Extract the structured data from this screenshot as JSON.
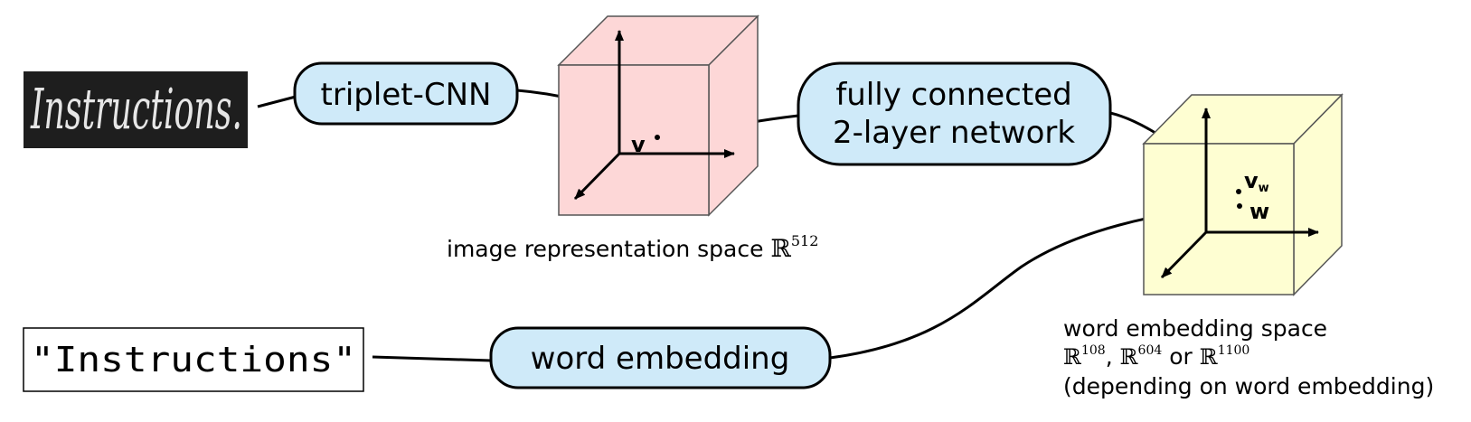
{
  "image_word_text": "Instructions.",
  "string_input_text": "\"Instructions\"",
  "boxes": {
    "triplet_cnn": "triplet-CNN",
    "fully_connected_line1": "fully connected",
    "fully_connected_line2": "2-layer network",
    "word_embedding": "word embedding"
  },
  "image_space": {
    "caption": "image representation space",
    "symbol": "ℝ",
    "exponent": "512",
    "point_label": "v",
    "fill_color": "#fdd7d7"
  },
  "word_space": {
    "caption_line1": "word embedding space",
    "symbol": "ℝ",
    "exp1": "108",
    "exp2": "604",
    "exp3": "1100",
    "sep1": ", ",
    "sep2": " or ",
    "caption_line3": "(depending on word embedding)",
    "point_vw_main": "v",
    "point_vw_sub": "w",
    "point_w": "w",
    "fill_color": "#fefed2"
  },
  "colors": {
    "box_fill": "#cfeaf9",
    "image_bg": "#1e1e1e"
  }
}
